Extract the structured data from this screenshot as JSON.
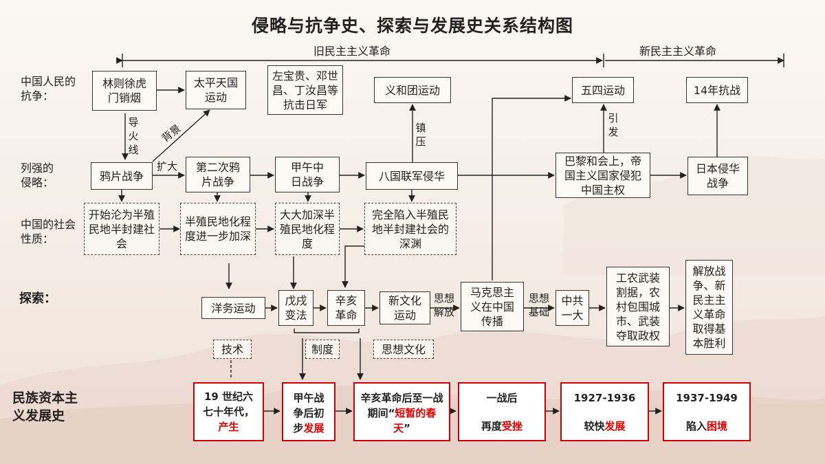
{
  "title": "侵略与抗争史、探索与发展史关系结构图",
  "eras": {
    "old": "旧民主主义革命",
    "new": "新民主主义革命"
  },
  "row_labels": {
    "resistance": "中国人民的抗争：",
    "aggression": "列强的侵略：",
    "society": "中国的社会性质：",
    "exploration": "探索：",
    "capitalism": "民族资本主义发展史"
  },
  "resistance": {
    "lin": "林则徐虎门销烟",
    "taiping": "太平天国运动",
    "zuo": "左宝贵、邓世昌、丁汝昌等抗击日军",
    "yihetuan": "义和团运动",
    "wusi": "五四运动",
    "kangzhan": "14年抗战"
  },
  "aggression": {
    "opium1": "鸦片战争",
    "opium2": "第二次鸦片战争",
    "jiawu": "甲午中日战争",
    "baguo": "八国联军侵华",
    "bali": "巴黎和会上，帝国主义国家侵犯中国主权",
    "japan": "日本侵华战争"
  },
  "society": {
    "s1": "开始沦为半殖民地半封建社会",
    "s2": "半殖民地化程度进一步加深",
    "s3": "大大加深半殖民地化程度",
    "s4": "完全陷入半殖民地半封建社会的深渊"
  },
  "exploration": {
    "yangwu": "洋务运动",
    "wuxu": "戊戌变法",
    "xinhai": "辛亥革命",
    "xinwenhua": "新文化运动",
    "makesi": "马克思主义在中国传播",
    "zhonggong": "中共一大",
    "gongnong": "工农武装割据，农村包围城市、武装夺取政权",
    "jiefang": "解放战争、新民主主义革命取得基本胜利"
  },
  "notes": {
    "daohuoxian": "导火线",
    "beijing": "背景",
    "kuoda": "扩大",
    "zhenya": "镇压",
    "yinfa": "引发",
    "sixiang_jiefang": "思想解放",
    "sixiang_jichu": "思想基础"
  },
  "categories": {
    "jishu": "技术",
    "zhidu": "制度",
    "sixiang": "思想文化"
  },
  "capitalism": {
    "c1": {
      "line1": "19 世纪六",
      "line2": "七十年代，",
      "hl": "产生"
    },
    "c2": {
      "pre": "甲午战争后初步",
      "hl": "发展"
    },
    "c3": {
      "pre": "辛亥革命后至一战期间“",
      "hl": "短暂的春天",
      "post": "”"
    },
    "c4": {
      "line1": "一战后",
      "pre": "再度",
      "hl": "受挫"
    },
    "c5": {
      "line1": "1927-1936",
      "pre": "较快",
      "hl": "发展"
    },
    "c6": {
      "line1": "1937-1949",
      "pre": "陷入",
      "hl": "困境"
    }
  },
  "colors": {
    "accent_red": "#e00000",
    "box_border_red": "#cc0000"
  }
}
